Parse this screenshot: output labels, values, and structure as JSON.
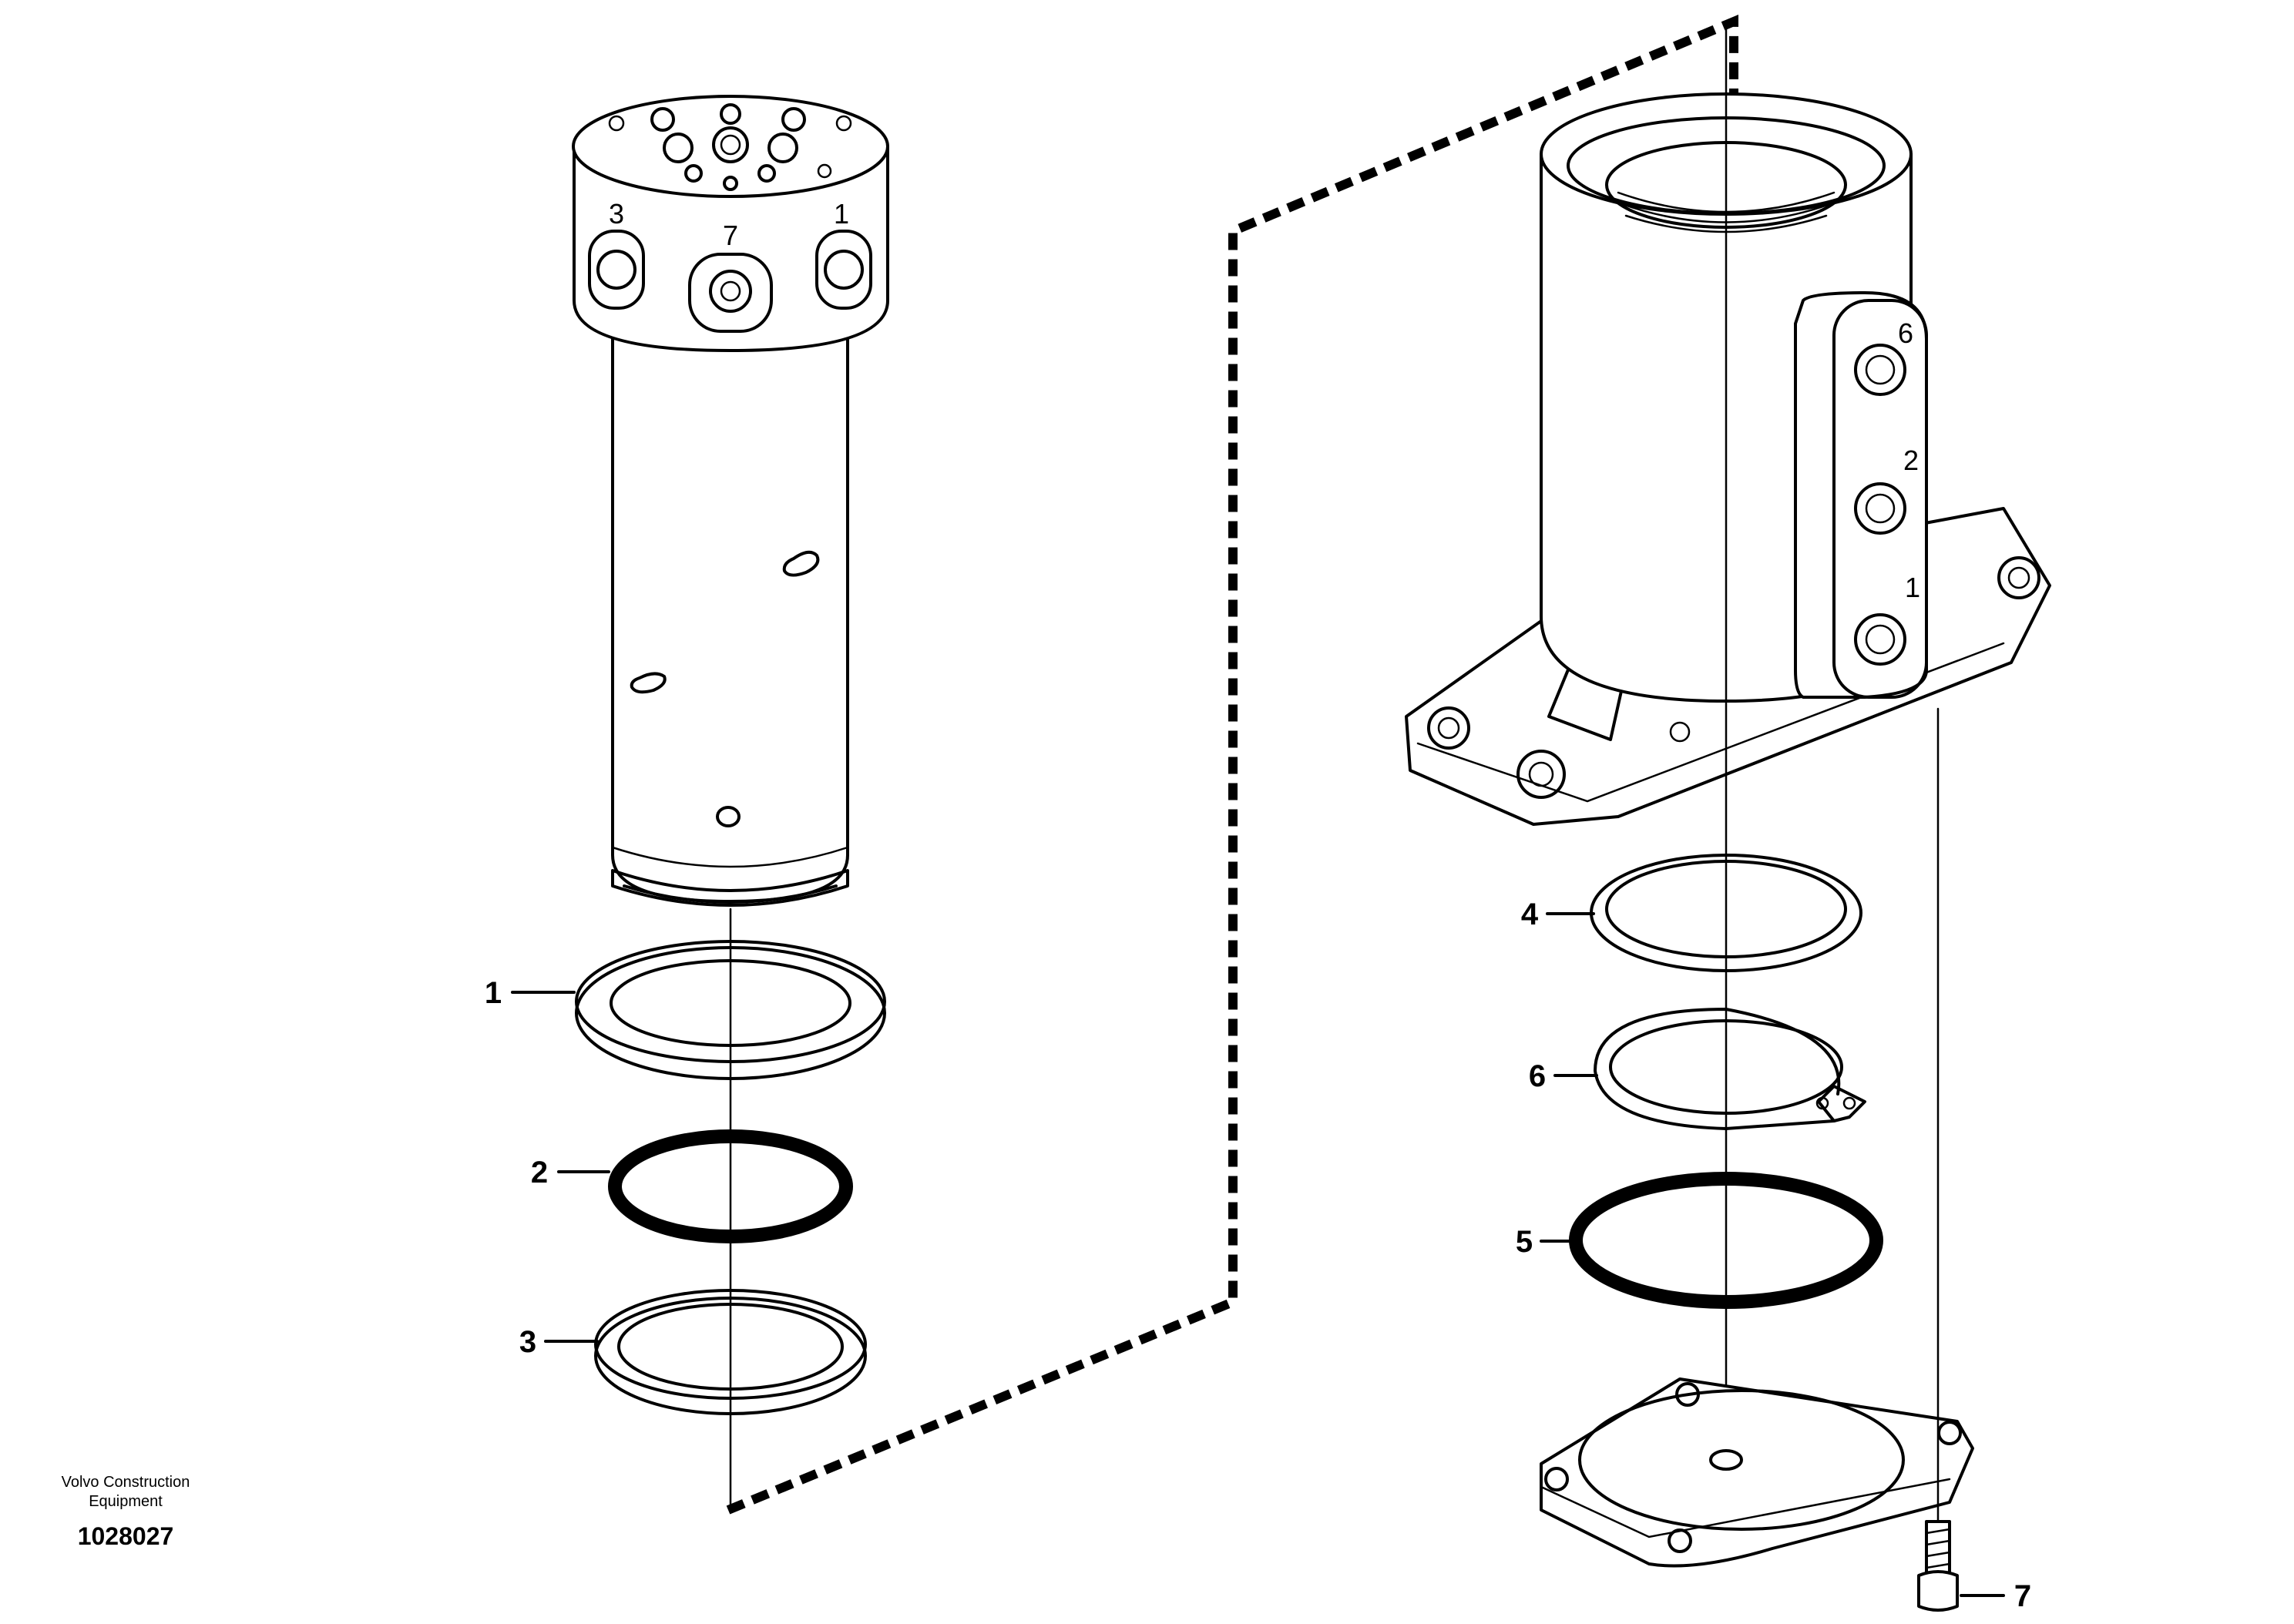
{
  "credit": {
    "line1": "Volvo Construction",
    "line2": "Equipment"
  },
  "doc_id": "1028027",
  "callouts": [
    {
      "id": "1",
      "label": "1"
    },
    {
      "id": "2",
      "label": "2"
    },
    {
      "id": "3",
      "label": "3"
    },
    {
      "id": "4",
      "label": "4"
    },
    {
      "id": "5",
      "label": "5"
    },
    {
      "id": "6",
      "label": "6"
    },
    {
      "id": "7",
      "label": "7"
    }
  ],
  "spindle_ports": [
    "3",
    "7",
    "1"
  ],
  "housing_ports": [
    "6",
    "2",
    "1"
  ]
}
